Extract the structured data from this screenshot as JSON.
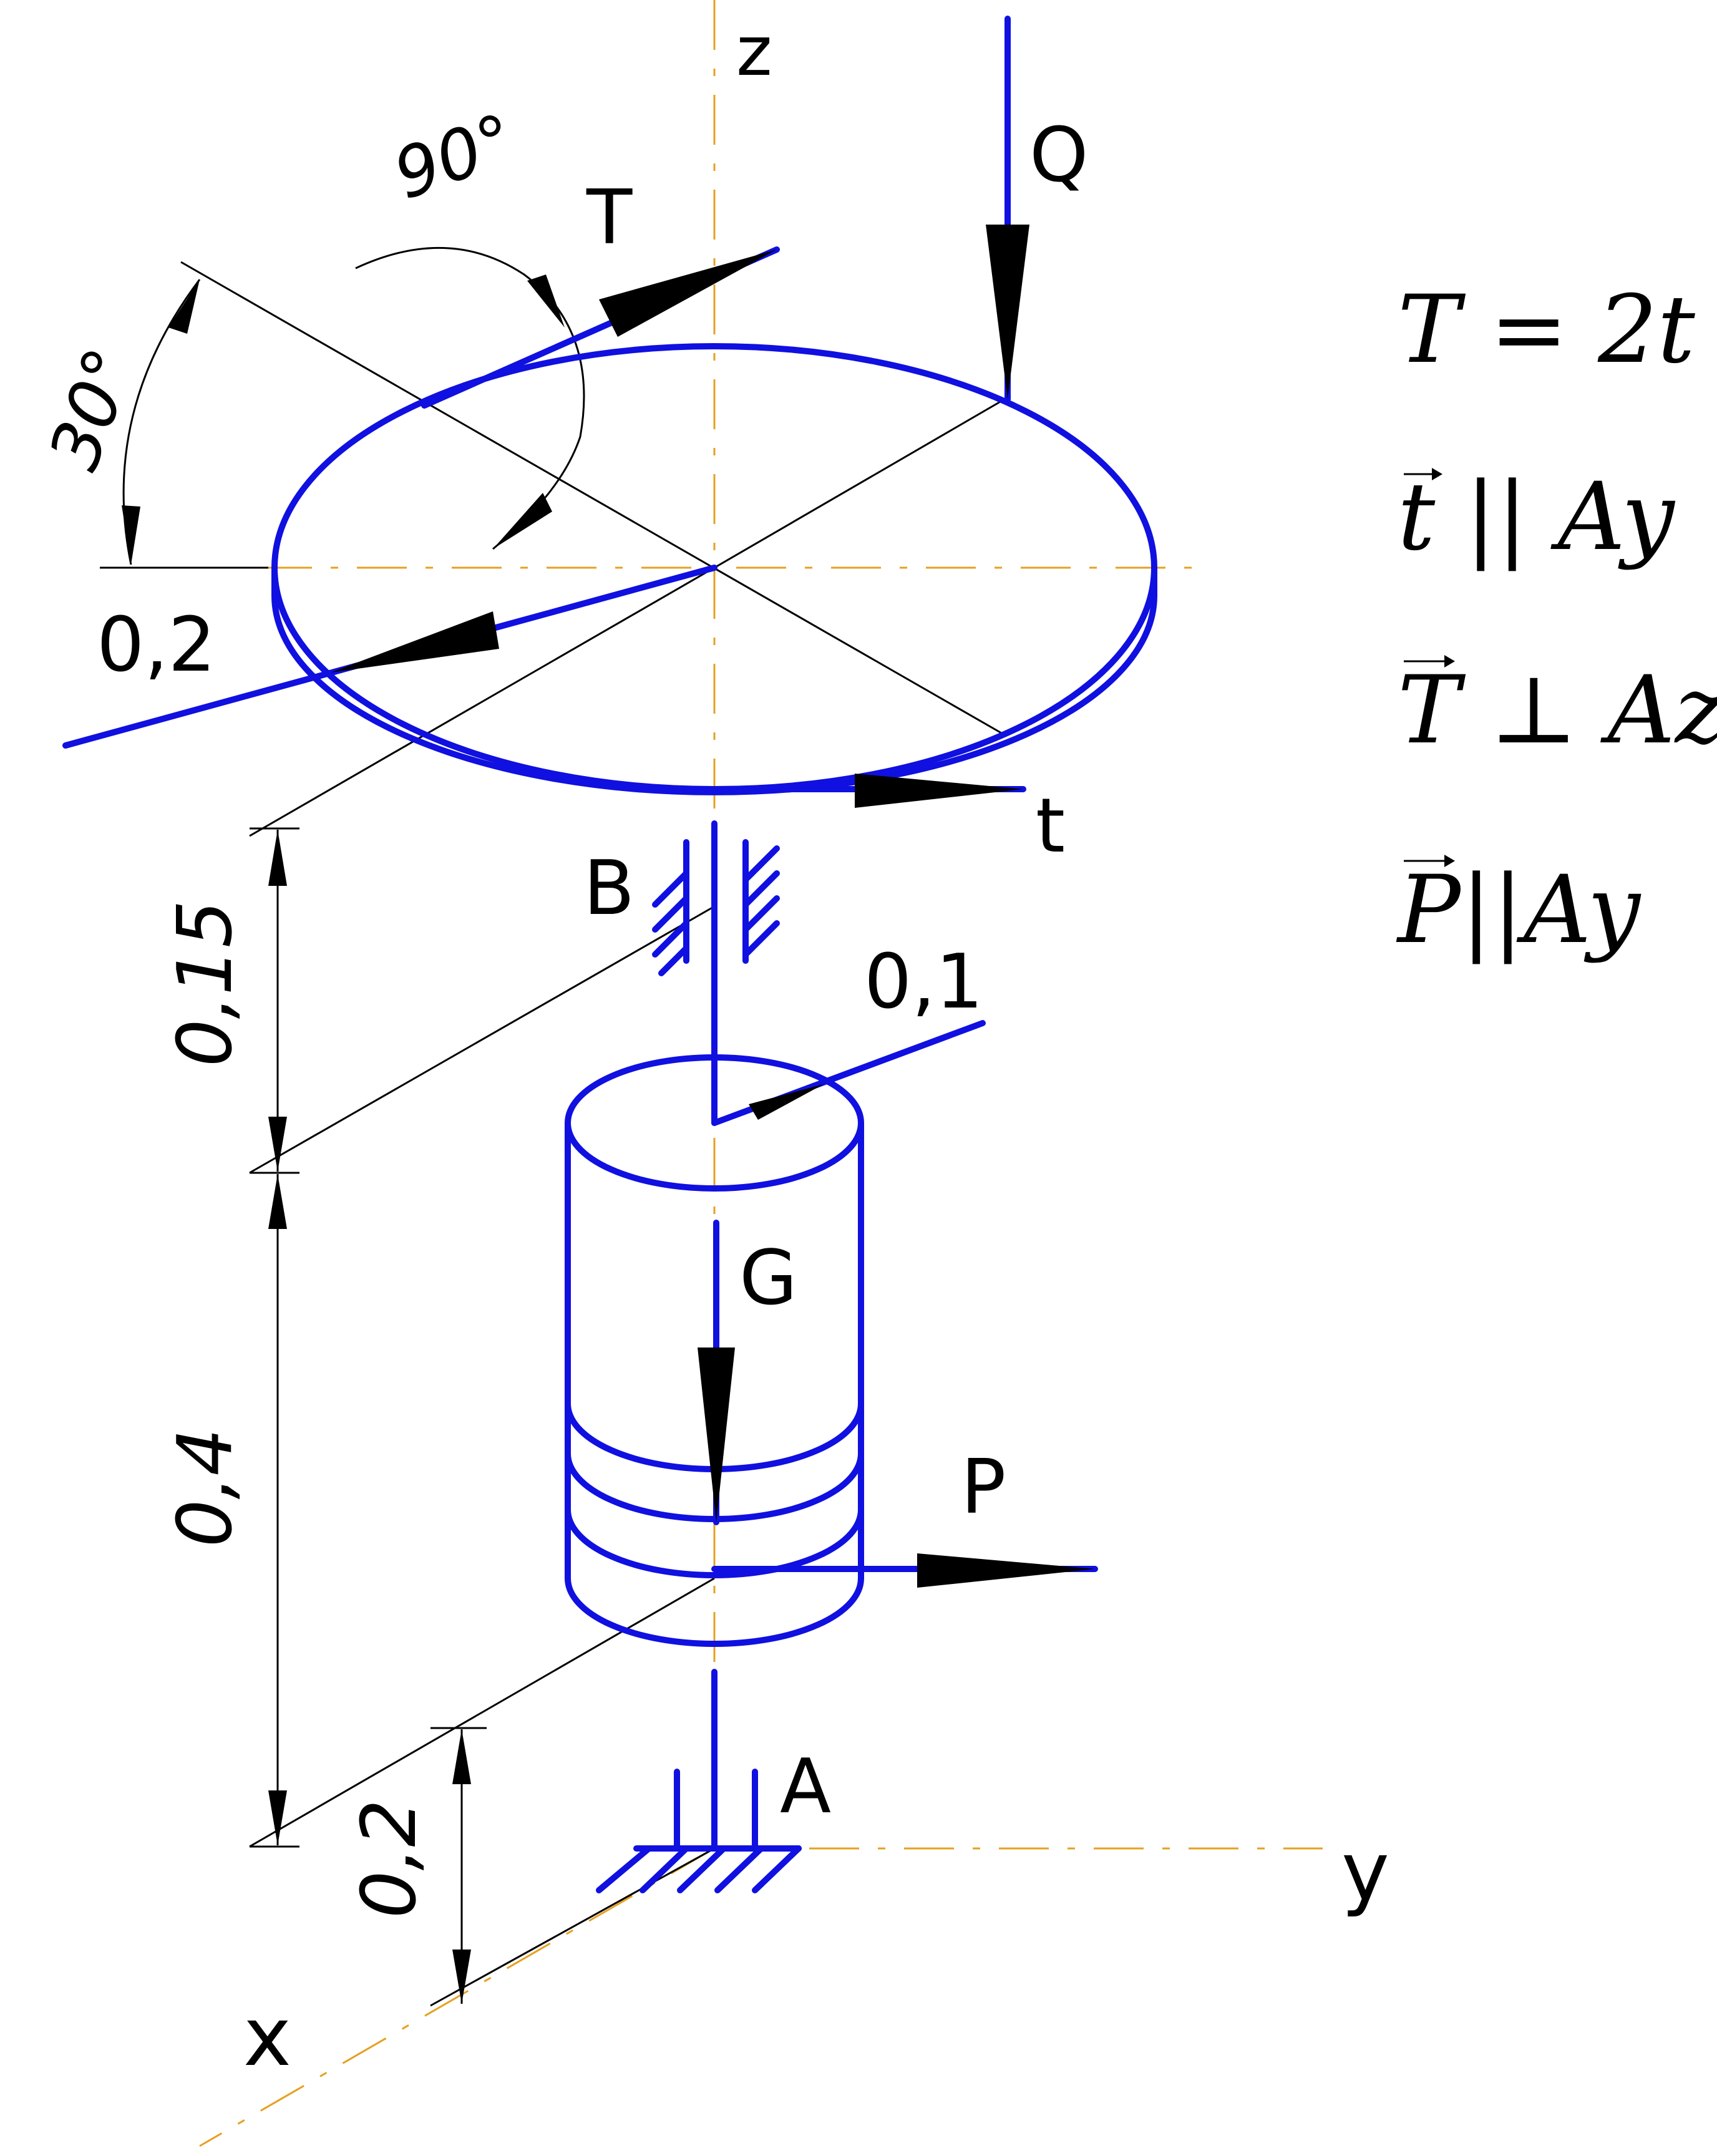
{
  "axes": {
    "z_label": "z",
    "y_label": "y",
    "x_label": "x"
  },
  "forces": {
    "Q": "Q",
    "T": "T",
    "t": "t",
    "G": "G",
    "P": "P"
  },
  "points": {
    "A": "A",
    "B": "B"
  },
  "angles": {
    "right_angle": "90°",
    "tilt_angle": "30°"
  },
  "dimensions": {
    "disk_radius": "0,2",
    "drum_radius": "0,1",
    "bearing_to_drum": "0,15",
    "drum_to_base": "0,4",
    "base_offset": "0,2"
  },
  "conditions": [
    "T = 2t",
    "t || Ay",
    "T ⊥ Az",
    "P||Ay"
  ],
  "colors": {
    "structure": "#1010e0",
    "axis": "#e6a020",
    "dimension": "#000000"
  }
}
